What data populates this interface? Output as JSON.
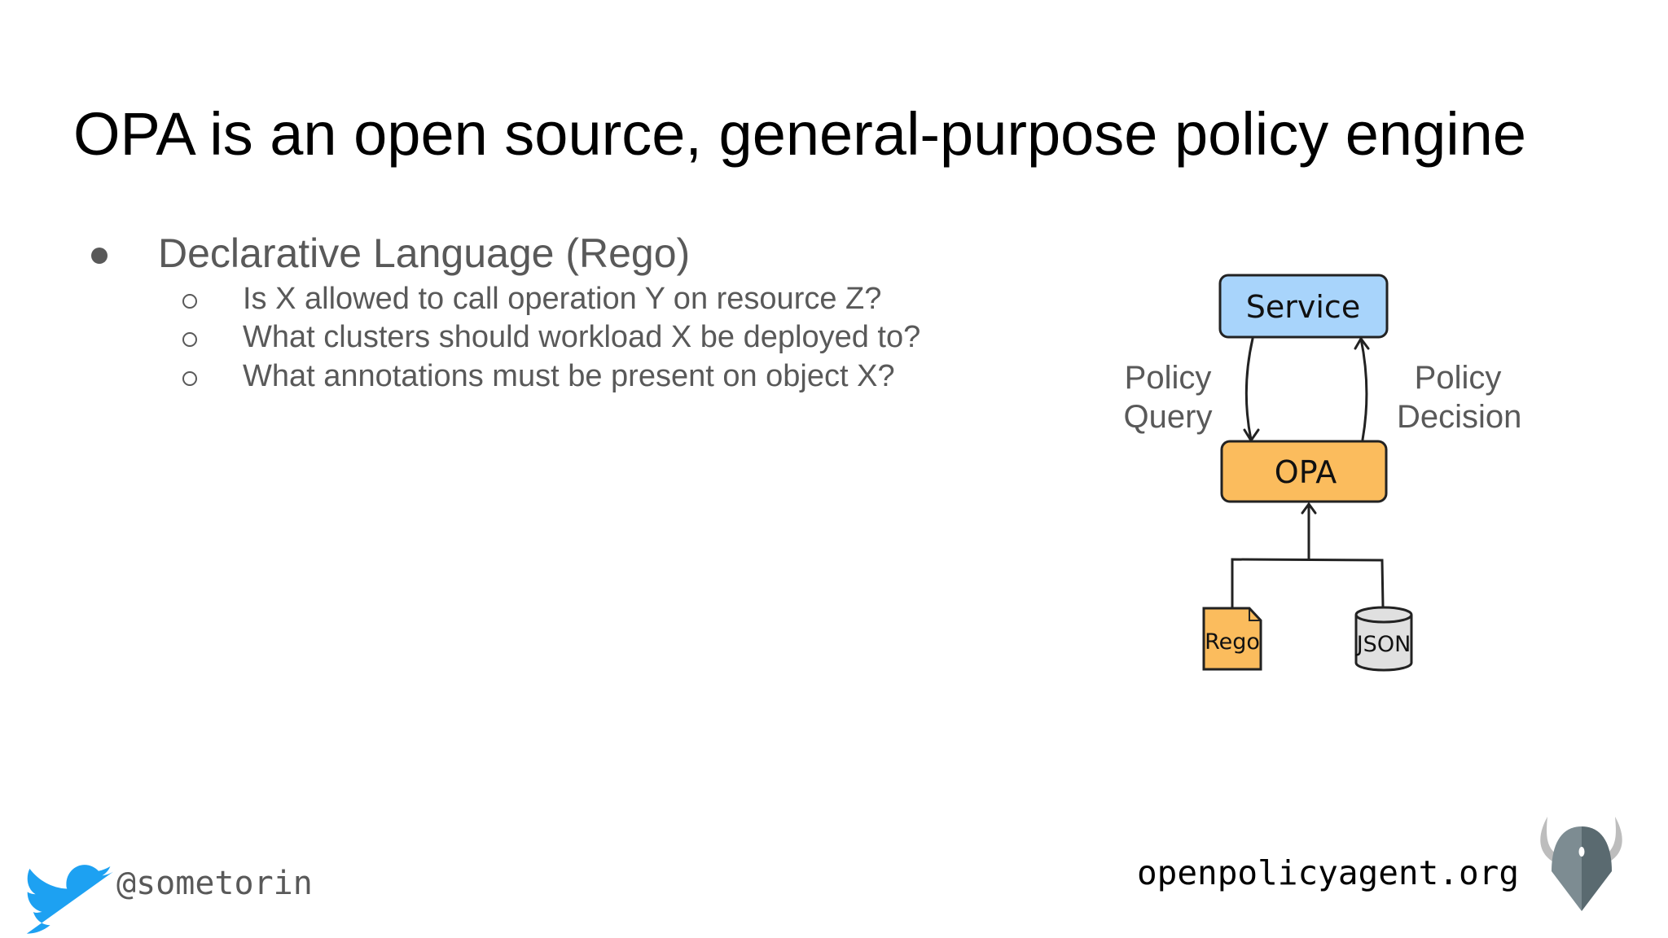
{
  "slide": {
    "title": "OPA is an open source, general-purpose policy engine",
    "bullet": "Declarative Language (Rego)",
    "sub_bullets": [
      "Is X allowed to call operation Y on resource Z?",
      "What clusters should workload X be deployed to?",
      "What annotations must be present on object X?"
    ]
  },
  "diagram": {
    "service": "Service",
    "opa": "OPA",
    "rego": "Rego",
    "json": "JSON",
    "policy_query": [
      "Policy",
      "Query"
    ],
    "policy_decision": [
      "Policy",
      "Decision"
    ],
    "colors": {
      "service": "#a8d4fb",
      "opa": "#fbbc5d",
      "rego": "#fbbc5d",
      "json": "#e0e0e0"
    }
  },
  "footer": {
    "twitter_icon": "twitter-bird-icon",
    "handle": "@sometorin",
    "site": "openpolicyagent.org",
    "logo": "opa-viking-helmet-logo",
    "twitter_color": "#1da1f2"
  }
}
